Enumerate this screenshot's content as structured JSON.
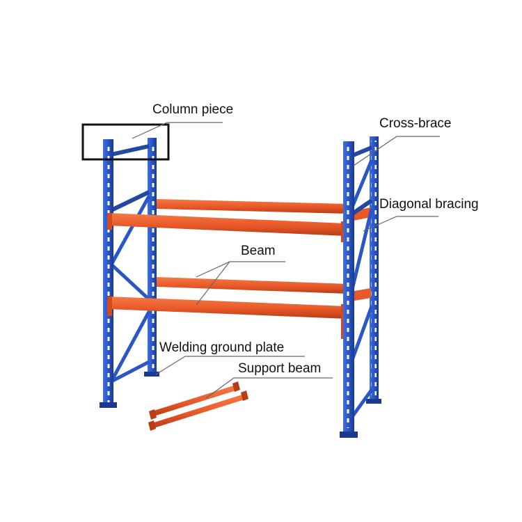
{
  "labels": {
    "column_piece": "Column piece",
    "cross_brace": "Cross-brace",
    "diagonal_bracing": "Diagonal bracing",
    "beam": "Beam",
    "welding_ground_plate": "Welding ground plate",
    "support_beam": "Support beam"
  },
  "colors": {
    "frame_blue": "#2a56c6",
    "frame_blue_dark": "#1a3a90",
    "beam_orange": "#ea5a2a",
    "beam_orange_dark": "#b83c14",
    "leader_line": "#666666",
    "highlight_box": "#111111"
  }
}
